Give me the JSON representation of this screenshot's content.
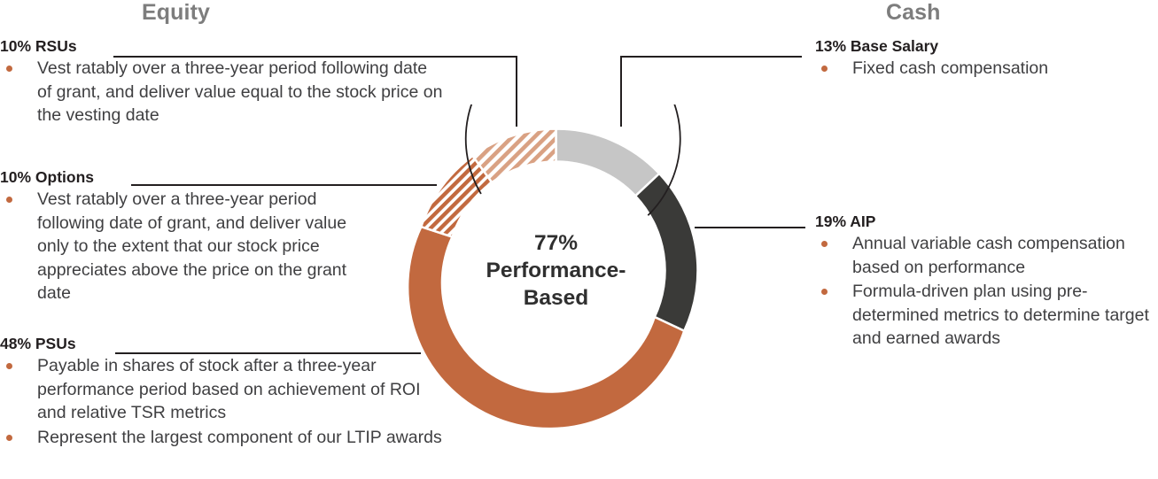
{
  "headings": {
    "equity": "Equity",
    "cash": "Cash"
  },
  "center": {
    "line1": "77%",
    "line2": "Performance-",
    "line3": "Based"
  },
  "blocks": {
    "rsus": {
      "title": "10% RSUs",
      "bullets": [
        "Vest ratably over a three-year period following date of grant, and deliver value equal to the stock price on the vesting date"
      ]
    },
    "options": {
      "title": "10% Options",
      "bullets": [
        "Vest ratably over a three-year period following date of grant, and deliver value only to the extent that our stock price appreciates above the price on the grant date"
      ]
    },
    "psus": {
      "title": "48% PSUs",
      "bullets": [
        "Payable in shares of stock after a three-year performance period based on achievement of ROI and relative TSR metrics",
        "Represent the largest component of our LTIP awards"
      ]
    },
    "base_salary": {
      "title": "13% Base Salary",
      "bullets": [
        "Fixed cash compensation"
      ]
    },
    "aip": {
      "title": "19% AIP",
      "bullets": [
        "Annual variable cash compensation based on performance",
        "Formula-driven plan using pre-determined metrics to determine target and earned awards"
      ]
    }
  },
  "colors": {
    "base_salary": "#c6c6c6",
    "aip": "#3a3a38",
    "psus": "#c2693f",
    "options_hatch": "#c2693f",
    "rsus_hatch": "#d9a183",
    "bullet": "#c2693f",
    "heading": "#7d7d7d",
    "text": "#3f3f41",
    "leader": "#231f20"
  },
  "chart_data": {
    "type": "pie",
    "title": "77% Performance-Based",
    "subtitle": "",
    "xlabel": "",
    "ylabel": "",
    "legend_position": "outside-labels",
    "grid": false,
    "donut": true,
    "start_angle_deg": 0,
    "direction": "clockwise",
    "categories": [
      "Base Salary",
      "AIP",
      "PSUs",
      "Options",
      "RSUs"
    ],
    "values": [
      13,
      19,
      48,
      10,
      10
    ],
    "units": "percent",
    "slices": [
      {
        "label": "Base Salary",
        "value": 13,
        "group": "Cash",
        "color": "#c6c6c6",
        "fill": "solid",
        "performance_based": false
      },
      {
        "label": "AIP",
        "value": 19,
        "group": "Cash",
        "color": "#3a3a38",
        "fill": "solid",
        "performance_based": true
      },
      {
        "label": "PSUs",
        "value": 48,
        "group": "Equity",
        "color": "#c2693f",
        "fill": "solid",
        "performance_based": true
      },
      {
        "label": "Options",
        "value": 10,
        "group": "Equity",
        "color": "#c2693f",
        "fill": "hatch-dense",
        "performance_based": true
      },
      {
        "label": "RSUs",
        "value": 10,
        "group": "Equity",
        "color": "#d9a183",
        "fill": "hatch-light",
        "performance_based": false
      }
    ],
    "annotations": [
      {
        "text": "77% Performance-Based",
        "position": "center"
      },
      {
        "text": "Equity",
        "position": "top-left-column"
      },
      {
        "text": "Cash",
        "position": "top-right-column"
      }
    ]
  }
}
